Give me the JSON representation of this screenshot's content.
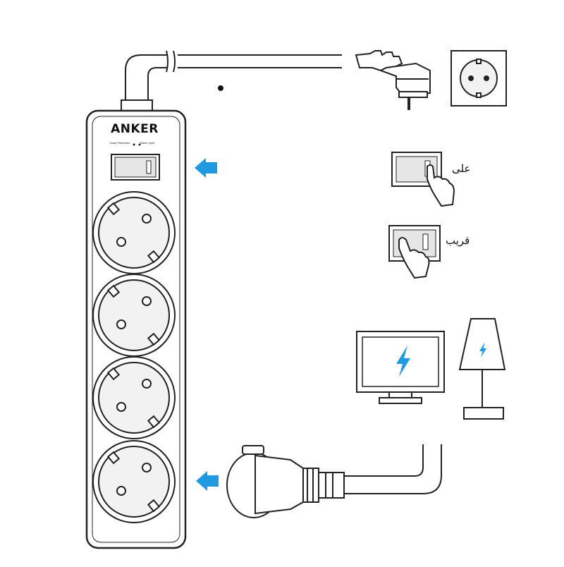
{
  "brand": "ANKER",
  "indicator_left": "Surge Protection",
  "indicator_right": "Power Light",
  "label_on": "على",
  "label_off": "قريب",
  "colors": {
    "arrow": "#1f9ae0",
    "bolt": "#1f9ae0",
    "line": "#222222",
    "switch_face": "#e6e6e6",
    "socket_fill": "#f2f2f2"
  },
  "icons": [
    "arrow-right-icon",
    "arrow-right-icon",
    "lightning-bolt-icon",
    "lightning-bolt-icon",
    "hand-press-icon",
    "hand-press-icon"
  ]
}
